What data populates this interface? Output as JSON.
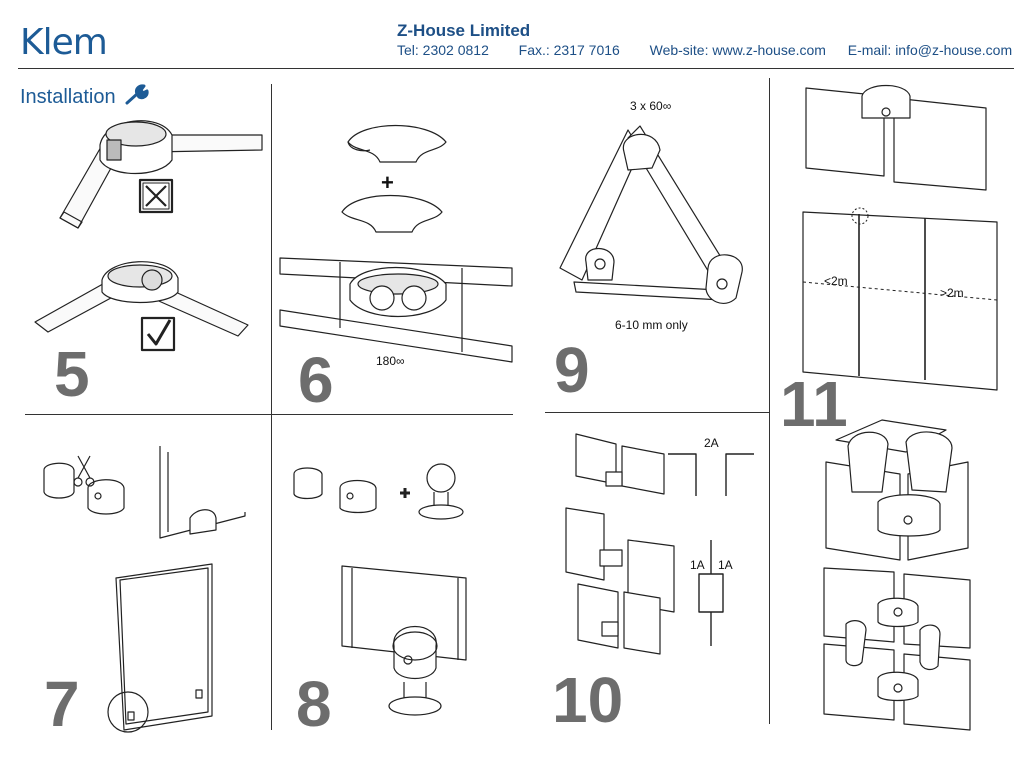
{
  "header": {
    "brand": "Klem",
    "company": "Z-House Limited",
    "tel": "Tel: 2302 0812",
    "fax": "Fax.: 2317 7016",
    "website": "Web-site: www.z-house.com",
    "email": "E-mail: info@z-house.com"
  },
  "section_title": "Installation",
  "steps": {
    "s5": "5",
    "s6": "6",
    "s7": "7",
    "s8": "8",
    "s9": "9",
    "s10": "10",
    "s11": "11"
  },
  "notes": {
    "angle_180": "180∞",
    "angle_3x60": "3 x 60∞",
    "thickness": "6-10 mm only",
    "dist_2a": "2A",
    "dist_1a_left": "1A",
    "dist_1a_right": "1A",
    "lt_2m": "<2m",
    "gt_2m": ">2m",
    "plus_6": "+",
    "plus_8": "+"
  },
  "colors": {
    "brand_blue": "#1d5b96",
    "step_grey": "#6d6d6d"
  }
}
